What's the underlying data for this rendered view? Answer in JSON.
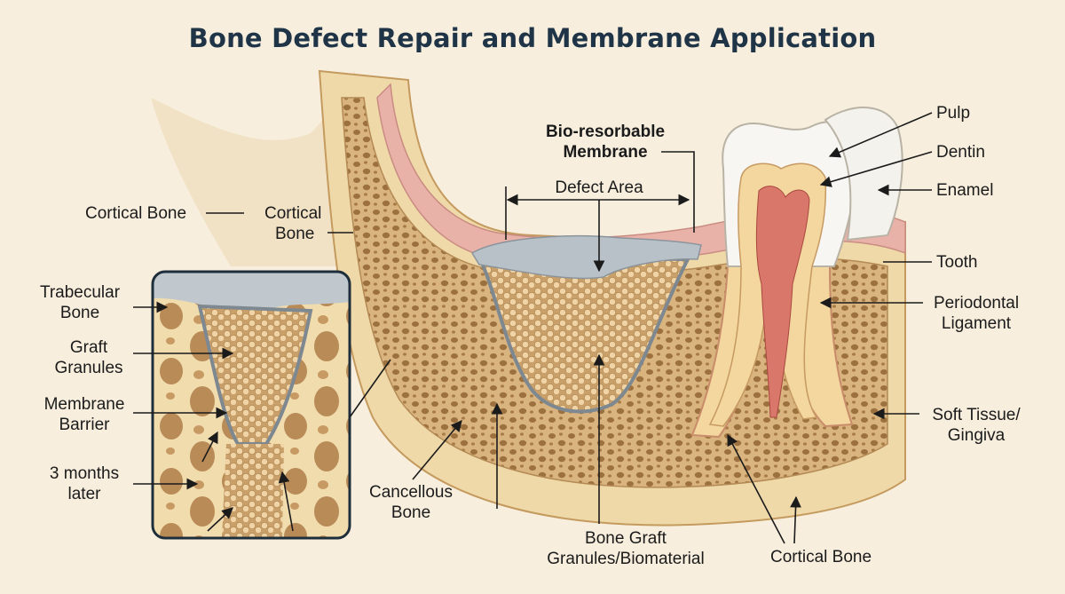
{
  "title": "Bone Defect Repair and Membrane Application",
  "labels": {
    "bio_membrane_l1": "Bio-resorbable",
    "bio_membrane_l2": "Membrane",
    "defect_area": "Defect Area",
    "cortical_bone_outer": "Cortical Bone",
    "cortical_bone_inner_l1": "Cortical",
    "cortical_bone_inner_l2": "Bone",
    "trabecular_l1": "Trabecular",
    "trabecular_l2": "Bone",
    "graft_l1": "Graft",
    "graft_l2": "Granules",
    "membrane_barrier_l1": "Membrane",
    "membrane_barrier_l2": "Barrier",
    "months_l1": "3 months",
    "months_l2": "later",
    "cancellous_l1": "Cancellous",
    "cancellous_l2": "Bone",
    "bone_graft_l1": "Bone Graft",
    "bone_graft_l2": "Granules/Biomaterial",
    "cortical_bone_bottom": "Cortical Bone",
    "pulp": "Pulp",
    "dentin": "Dentin",
    "enamel": "Enamel",
    "tooth": "Tooth",
    "periodontal_l1": "Periodontal",
    "periodontal_l2": "Ligament",
    "soft_tissue_l1": "Soft Tissue/",
    "soft_tissue_l2": "Gingiva"
  },
  "colors": {
    "background": "#f7eedd",
    "cortical": "#efd9a8",
    "cancellous": "#d8b27c",
    "pores": "#9a6f3e",
    "gingiva": "#eab0a8",
    "membrane": "#b7bec5",
    "granules": "#e9c99b",
    "dentin": "#f3d79e",
    "enamel": "#f7f6f2",
    "pulp": "#d9776a"
  }
}
